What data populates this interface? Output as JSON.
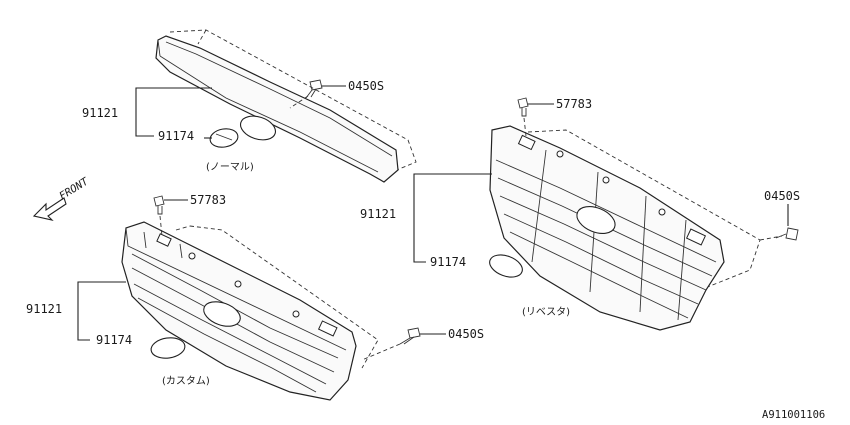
{
  "diagram": {
    "normal": {
      "caption": "(ノーマル)",
      "labels": {
        "grille": "91121",
        "emblem": "91174",
        "screw": "0450S"
      }
    },
    "custom": {
      "caption": "(カスタム)",
      "labels": {
        "grille": "91121",
        "emblem": "91174",
        "clip": "57783",
        "screw": "0450S"
      }
    },
    "revesta": {
      "caption": "(リベスタ)",
      "labels": {
        "grille": "91121",
        "emblem": "91174",
        "clip": "57783",
        "screw": "0450S"
      }
    },
    "front_label": "FRONT",
    "diagram_code": "A911001106"
  }
}
